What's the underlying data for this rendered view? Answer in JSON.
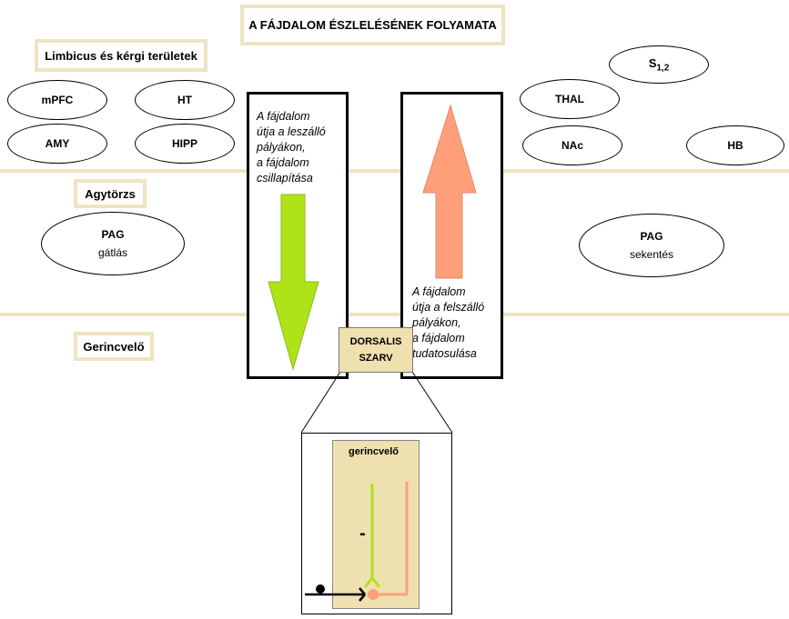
{
  "title": "A FÁJDALOM ÉSZLELÉSÉNEK FOLYAMATA",
  "regions": {
    "limbic": "Limbicus és kérgi területek",
    "brainstem": "Agytörzs",
    "spinal": "Gerincvelő"
  },
  "left_nodes": {
    "mpfc": "mPFC",
    "ht": "HT",
    "amy": "AMY",
    "hipp": "HIPP",
    "pag": "PAG",
    "pag_sub": "gátlás"
  },
  "right_nodes": {
    "s_base": "S",
    "s_sub": "1,2",
    "thal": "THAL",
    "nac": "NAc",
    "hb": "HB",
    "pag": "PAG",
    "pag_sub": "sekentés"
  },
  "descending_text": [
    "A fájdalom",
    "útja a leszálló",
    "pályákon,",
    "a fájdalom",
    "csillapítása"
  ],
  "ascending_text": [
    "A  fájdalom",
    "útja a felszálló",
    "pályákon,",
    "a fájdalom",
    "tudatosulása"
  ],
  "dorsal_horn": [
    "DORSALIS",
    "SZARV"
  ],
  "inset": {
    "label": "gerincvelő",
    "minus": "-"
  },
  "colors": {
    "descending_arrow": "#aee31a",
    "ascending_arrow": "#ff9f7a",
    "label_border": "#ede4c2",
    "dorsal_fill": "#efe0b0"
  }
}
